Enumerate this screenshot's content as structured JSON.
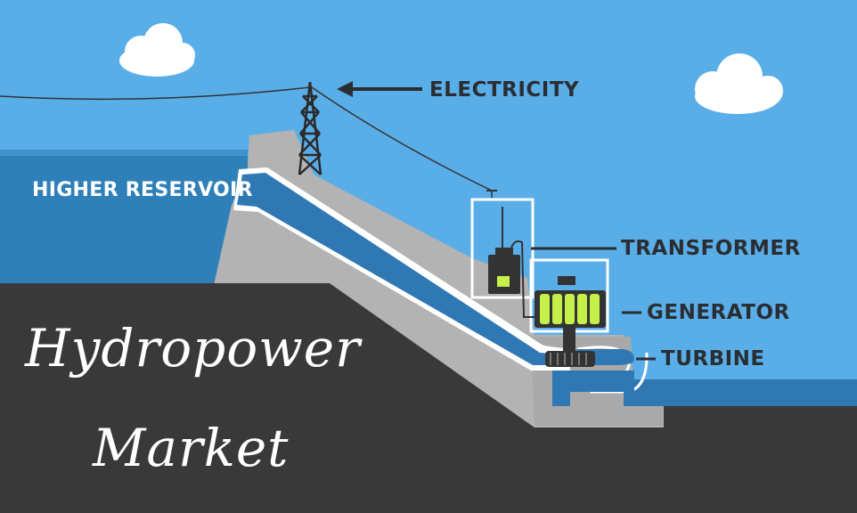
{
  "labels": {
    "higher_reservoir": "HIGHER RESERVOIR",
    "electricity": "ELECTRICITY",
    "transformer": "TRANSFORMER",
    "generator": "GENERATOR",
    "turbine": "TURBINE"
  },
  "title": {
    "line1": "Hydropower",
    "line2": "Market"
  },
  "colors": {
    "sky": "#5aaee8",
    "reservoir_water": "#2f7fb8",
    "dam_concrete": "#b3b3b3",
    "ground": "#393939",
    "penstock_water": "#2f78b4",
    "generator_coils": "#c5f04a",
    "transformer_body": "#333333",
    "label_text": "#2a2e33",
    "title_text": "#ffffff"
  },
  "icons": [
    "cloud-icon",
    "transmission-tower-icon",
    "arrow-left-icon",
    "transformer-icon",
    "generator-icon",
    "turbine-icon"
  ]
}
